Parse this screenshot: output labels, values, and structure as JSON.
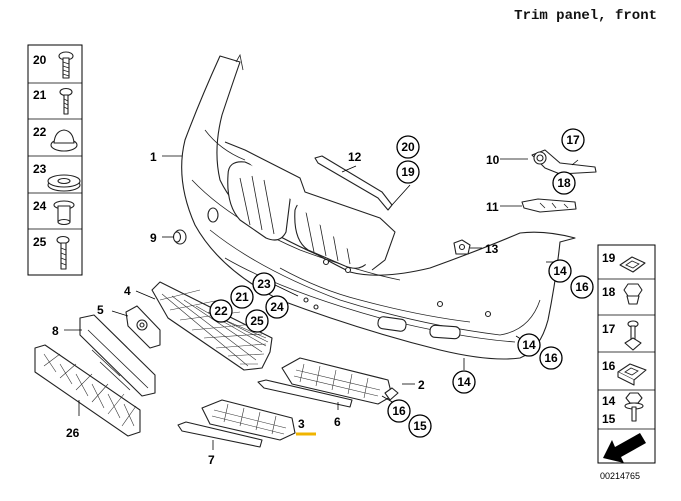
{
  "title": "Trim panel, front",
  "diagram_number": "00214765",
  "callouts": {
    "p1": "1",
    "p2": "2",
    "p3": "3",
    "p4": "4",
    "p5": "5",
    "p6": "6",
    "p7": "7",
    "p8": "8",
    "p9": "9",
    "p10": "10",
    "p11": "11",
    "p12": "12",
    "p13": "13",
    "p26": "26",
    "c14a": "14",
    "c16a": "16",
    "c14b": "14",
    "c16b": "16",
    "c14c": "14",
    "c16c": "16",
    "c15": "15",
    "c17": "17",
    "c18": "18",
    "c19": "19",
    "c20": "20",
    "c21": "21",
    "c22": "22",
    "c23": "23",
    "c24": "24",
    "c25": "25"
  },
  "left_legend": [
    "20",
    "21",
    "22",
    "23",
    "24",
    "25"
  ],
  "right_legend": [
    "19",
    "18",
    "17",
    "16",
    "14",
    "15"
  ],
  "colors": {
    "highlight": "#f0b400",
    "line": "#222222"
  }
}
